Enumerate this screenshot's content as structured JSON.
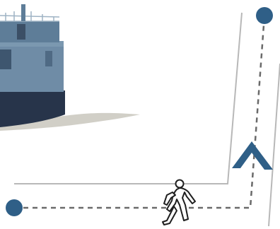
{
  "colors": {
    "background": "#ffffff",
    "street_line": "#b8b8b8",
    "route_dash": "#6a6a6a",
    "marker": "#2f5f87",
    "walker_stroke": "#1f1f1f",
    "ship_hull": "#27344a",
    "ship_cabin": "#5e7d98",
    "ship_cabin_light": "#7b98b0",
    "ship_rail": "#9fb3c4",
    "wake": "#c9c7bd"
  },
  "icons": {
    "start": "circle-marker",
    "destination": "circle-marker",
    "heading": "chevron-up",
    "mode": "walking-person",
    "scene": "ferry-boat"
  },
  "route": {
    "mode": "walking"
  }
}
